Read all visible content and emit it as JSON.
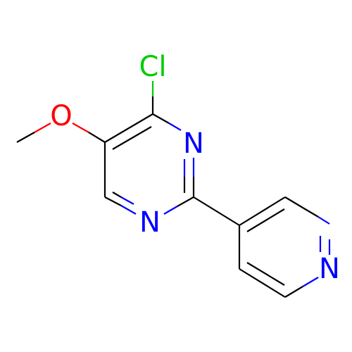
{
  "molecule": {
    "atoms": {
      "cl": {
        "label": "Cl",
        "color": "#00cc00"
      },
      "o": {
        "label": "O",
        "color": "#ff0000"
      },
      "n_pyrimidine_3": {
        "label": "N",
        "color": "#0000ff"
      },
      "n_pyrimidine_1": {
        "label": "N",
        "color": "#0000ff"
      },
      "n_pyridine": {
        "label": "N",
        "color": "#0000ff"
      }
    },
    "bond_colors": {
      "default": "#000000",
      "chlorine": "#00cc00",
      "oxygen": "#ff0000",
      "nitrogen": "#0000ff"
    }
  }
}
